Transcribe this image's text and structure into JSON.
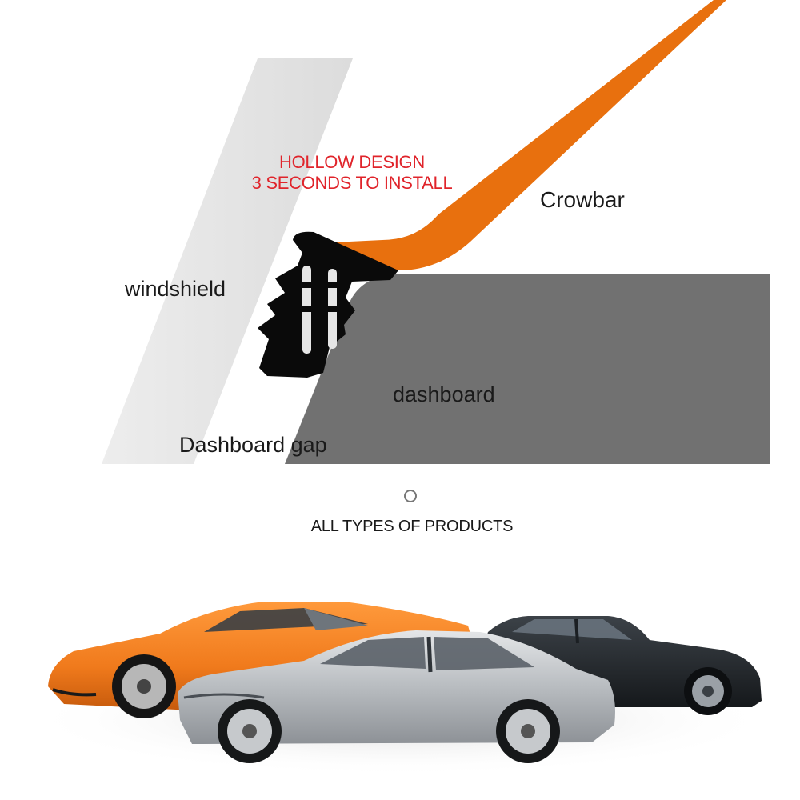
{
  "diagram": {
    "headline_line1": "HOLLOW DESIGN",
    "headline_line2": "3 SECONDS TO INSTALL",
    "labels": {
      "crowbar": "Crowbar",
      "windshield": "windshield",
      "dashboard": "dashboard",
      "dashboard_gap": "Dashboard gap"
    },
    "colors": {
      "crowbar": "#e8700e",
      "windshield": "#e6e6e6",
      "dashboard": "#717171",
      "seal": "#0a0a0a",
      "headline": "#e0242b"
    }
  },
  "products": {
    "title": "ALL TYPES OF PRODUCTS",
    "cars": [
      {
        "name": "orange-sports-car",
        "color": "#f07a1c"
      },
      {
        "name": "silver-sportback",
        "color": "#b9bcc0"
      },
      {
        "name": "black-sedan",
        "color": "#22262b"
      }
    ]
  }
}
